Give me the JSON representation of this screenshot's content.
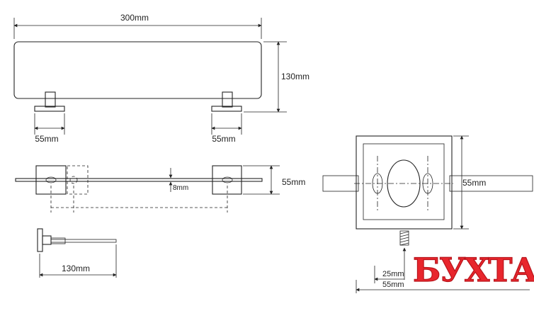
{
  "dimensions": {
    "front_width": "300mm",
    "front_height": "130mm",
    "left_bracket_width": "55mm",
    "right_bracket_width": "55mm",
    "top_bracket_height": "55mm",
    "glass_thickness": "8mm",
    "side_depth": "130mm",
    "detail_height": "55mm",
    "screw_depth": "25mm",
    "detail_width": "55mm"
  },
  "logo": {
    "text": "БУХТА",
    "color": "#e8262d"
  }
}
